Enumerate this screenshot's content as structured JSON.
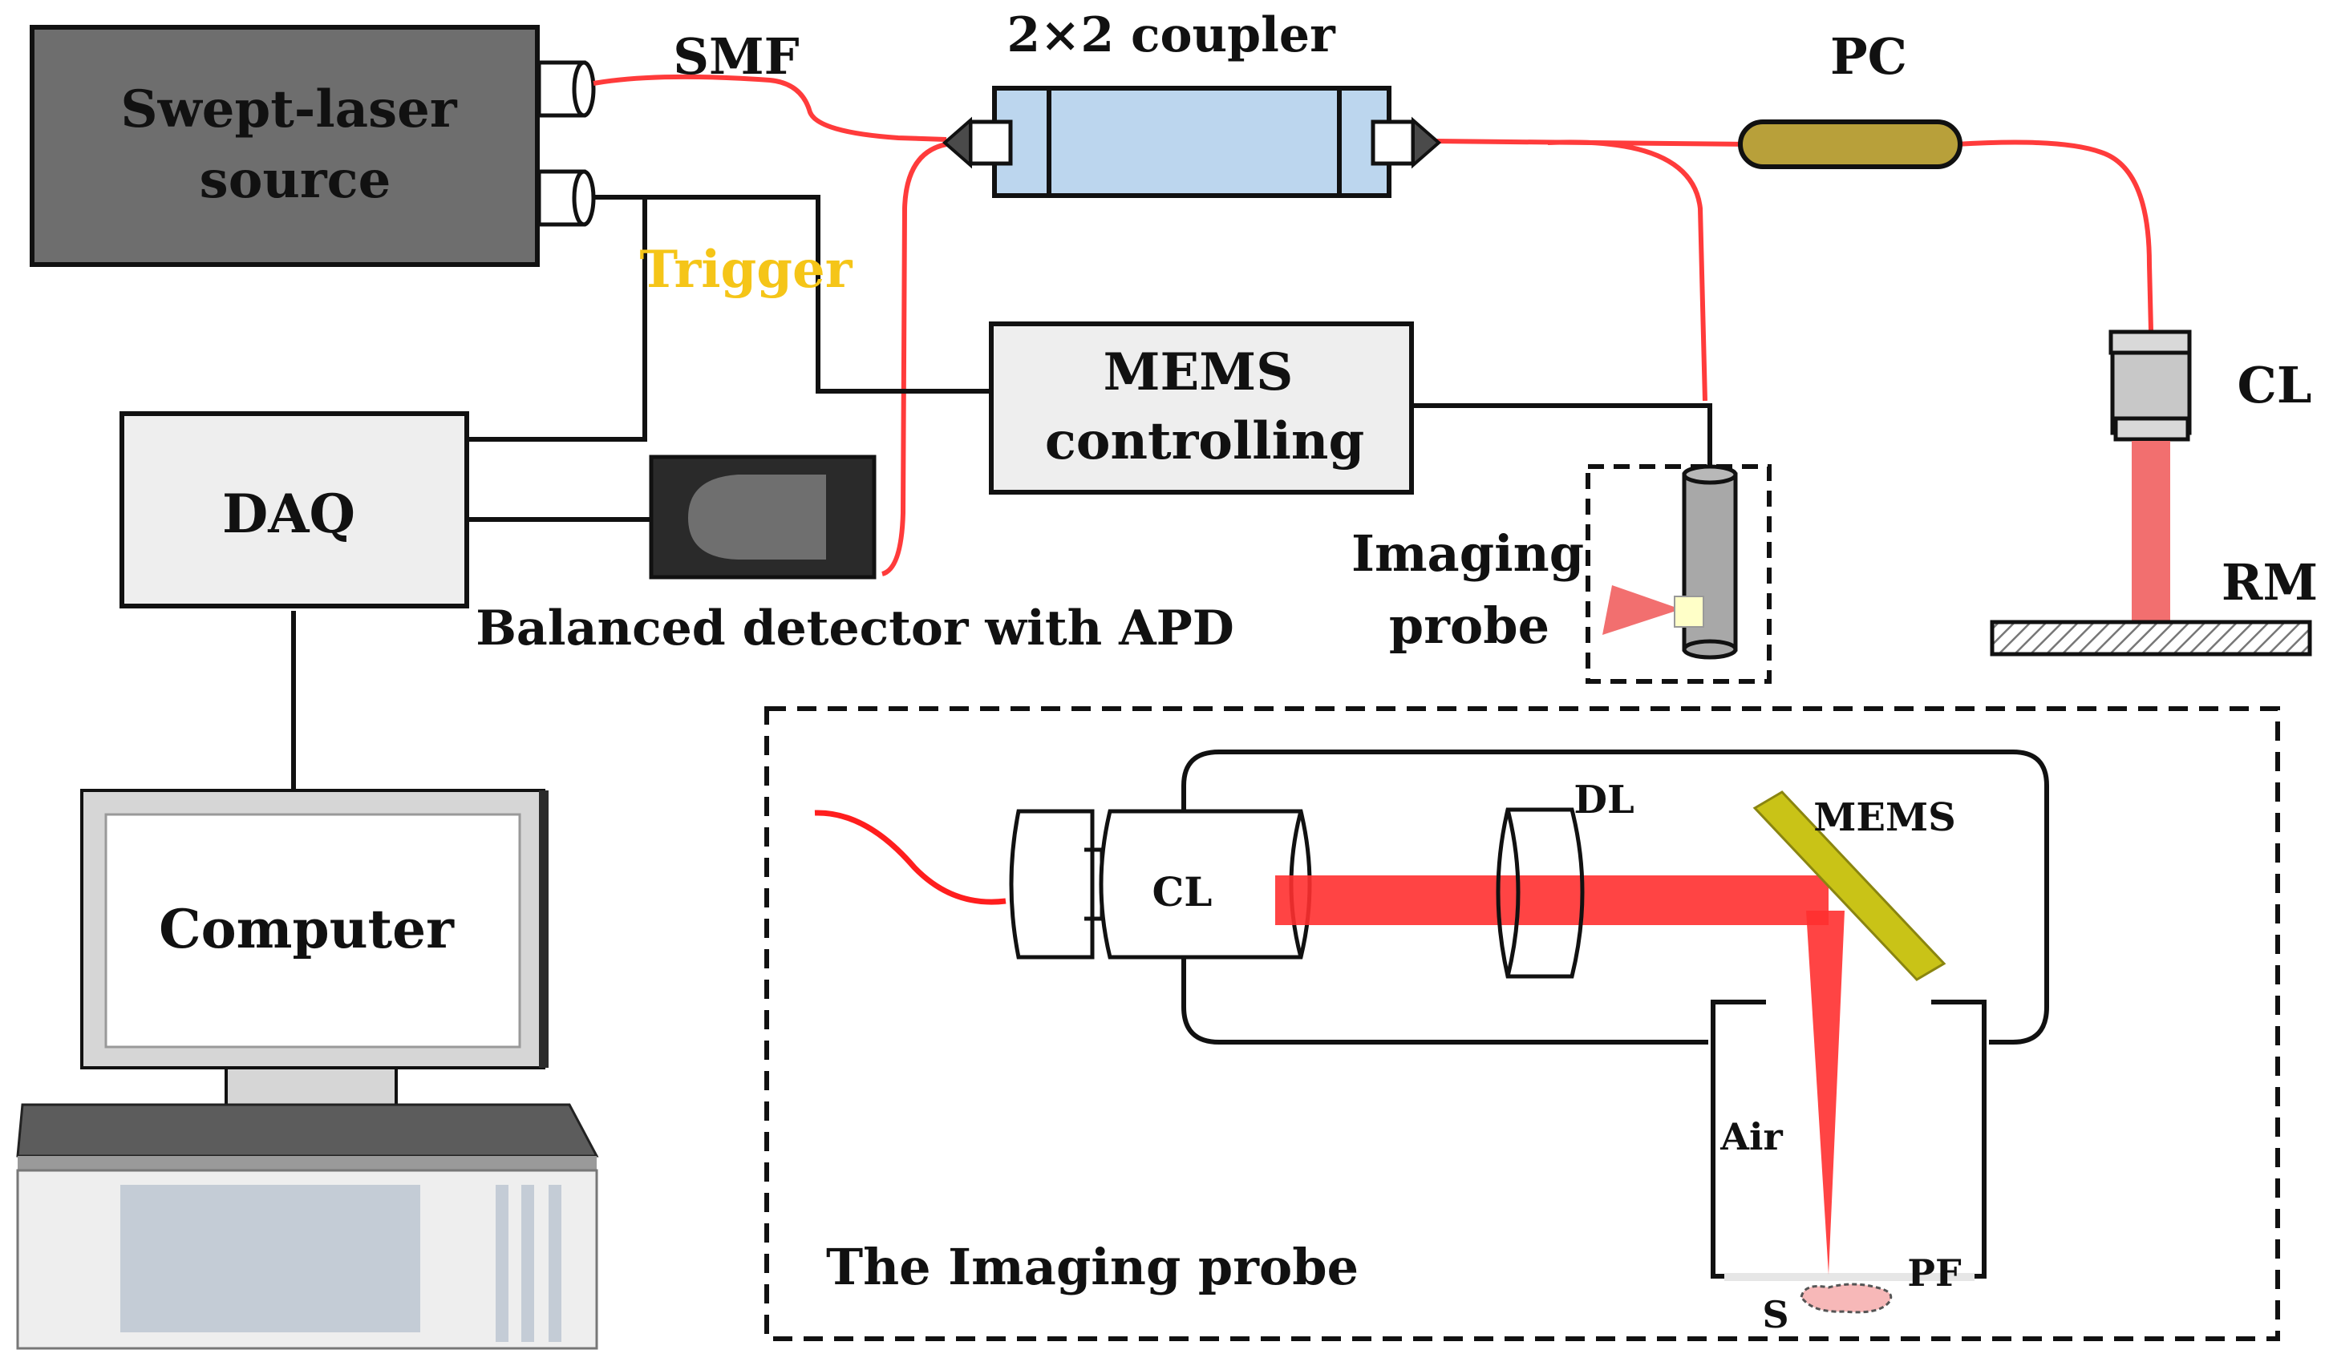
{
  "labels": {
    "swept_laser_line1": "Swept-laser",
    "swept_laser_line2": "source",
    "smf": "SMF",
    "coupler": "2×2 coupler",
    "pc": "PC",
    "trigger": "Trigger",
    "mems_ctrl_line1": "MEMS",
    "mems_ctrl_line2": "controlling",
    "cl_reference": "CL",
    "daq": "DAQ",
    "balanced_detector": "Balanced detector with APD",
    "imaging_probe_line1": "Imaging",
    "imaging_probe_line2": "probe",
    "rm": "RM",
    "computer": "Computer",
    "detail_title": "The Imaging probe",
    "detail_cl": "CL",
    "detail_dl": "DL",
    "detail_mems": "MEMS",
    "detail_air": "Air",
    "detail_pf": "PF",
    "detail_s": "S"
  },
  "colors": {
    "fiber": "#ff3b3b",
    "beam": "#ff3030",
    "trigger": "#f5c518",
    "wire": "#111111",
    "laser_box": "#6e6e6e",
    "coupler_fill": "#bcd6ee",
    "pc_fill": "#b8a03a",
    "mems_mirror": "#c9c317",
    "detector_body": "#2a2a2a",
    "detector_inner": "#6f6f6f",
    "probe_body": "#a8a8a8",
    "reference_beam": "#f26f6f",
    "sample": "#f7b8b8"
  }
}
